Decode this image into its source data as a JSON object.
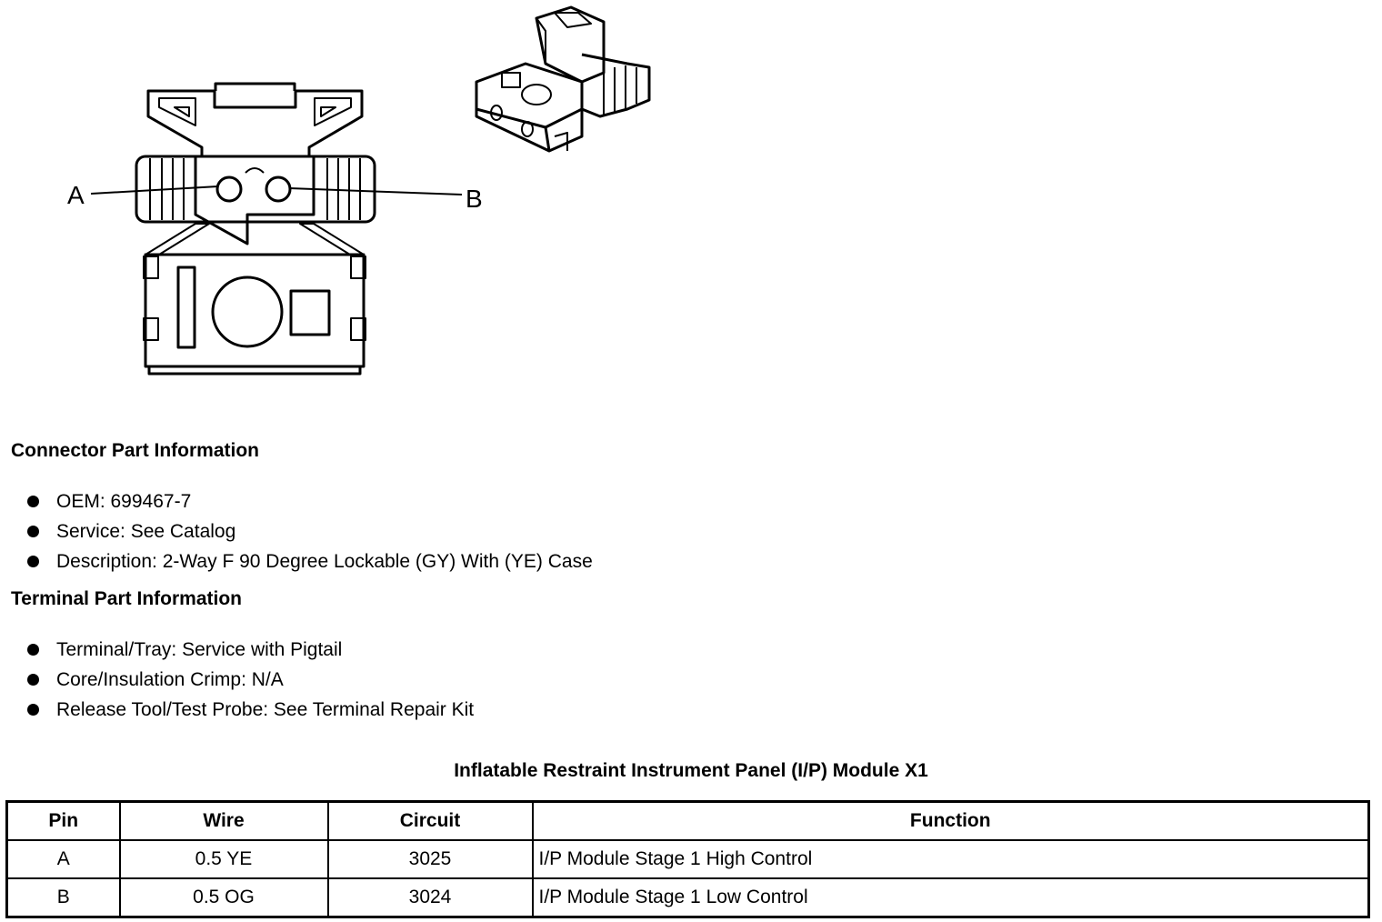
{
  "figure": {
    "pin_a_label": "A",
    "pin_b_label": "B"
  },
  "connector_info": {
    "title": "Connector Part Information",
    "items": [
      "OEM: 699467-7",
      "Service: See Catalog",
      "Description: 2-Way F 90 Degree Lockable (GY) With (YE) Case"
    ]
  },
  "terminal_info": {
    "title": "Terminal Part Information",
    "items": [
      "Terminal/Tray: Service with Pigtail",
      "Core/Insulation Crimp: N/A",
      "Release Tool/Test Probe: See Terminal Repair Kit"
    ]
  },
  "table": {
    "title": "Inflatable Restraint Instrument Panel (I/P) Module X1",
    "headers": [
      "Pin",
      "Wire",
      "Circuit",
      "Function"
    ],
    "rows": [
      [
        "A",
        "0.5 YE",
        "3025",
        "I/P Module Stage 1 High Control"
      ],
      [
        "B",
        "0.5 OG",
        "3024",
        "I/P Module Stage 1 Low Control"
      ]
    ]
  }
}
